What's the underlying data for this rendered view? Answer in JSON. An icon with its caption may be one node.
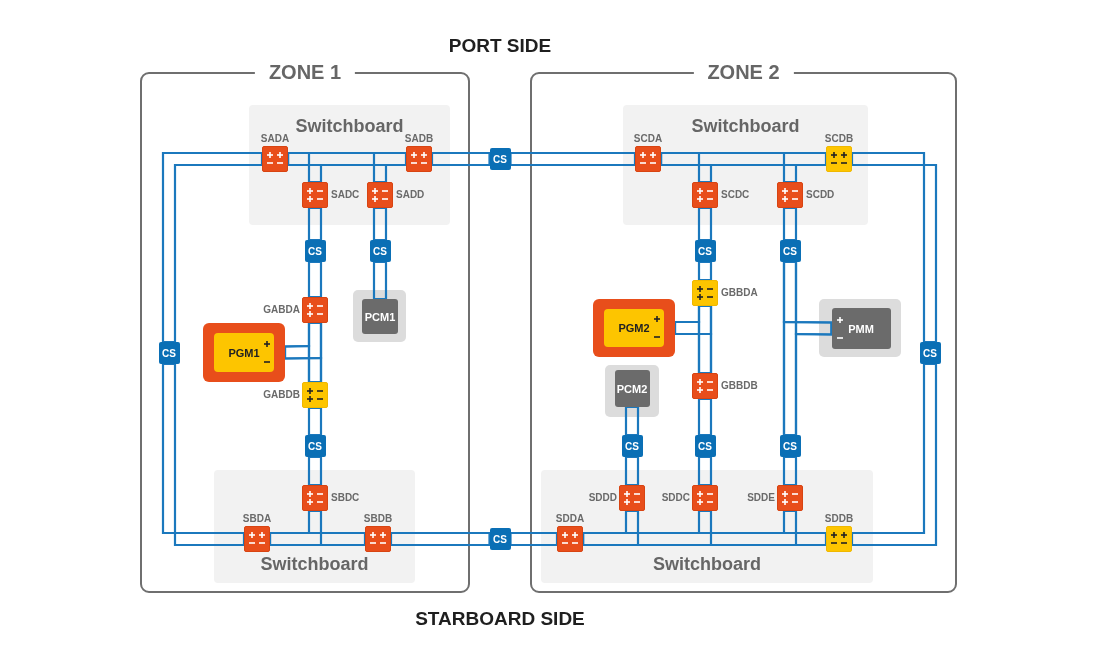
{
  "diagram": {
    "nodes": [
      {
        "text": [
          "ZONE 1"
        ]
      },
      {
        "text": [
          "ZONE 2"
        ]
      },
      {
        "text": [
          "Switchboard"
        ],
        "in": 0
      },
      {
        "text": [],
        "shape": "box",
        "in": 2,
        "beside": [
          "SADA"
        ]
      },
      {
        "text": [],
        "shape": "box",
        "in": 2,
        "beside": [
          "SADB"
        ]
      },
      {
        "text": [],
        "shape": "box",
        "in": 2,
        "beside": [
          "SADC"
        ]
      },
      {
        "text": [],
        "shape": "box",
        "in": 2,
        "beside": [
          "SADD"
        ]
      },
      {
        "text": [
          "CS"
        ]
      },
      {
        "text": [
          "Switchboard"
        ],
        "in": 1
      },
      {
        "text": [],
        "shape": "box",
        "in": 8,
        "beside": [
          "SCDA"
        ]
      },
      {
        "text": [],
        "shape": "box",
        "in": 8,
        "beside": [
          "SCDB"
        ]
      },
      {
        "text": [],
        "shape": "box",
        "in": 8,
        "beside": [
          "SCDC"
        ]
      },
      {
        "text": [],
        "shape": "box",
        "in": 8,
        "beside": [
          "SCDD"
        ]
      },
      {
        "text": [
          "CS"
        ],
        "in": 0
      },
      {
        "text": [
          "CS"
        ],
        "in": 0
      },
      {
        "text": [
          "CS"
        ],
        "in": 1
      },
      {
        "text": [
          "CS"
        ],
        "in": 1
      },
      {
        "text": [],
        "shape": "box",
        "in": 0,
        "beside": [
          "GABDA"
        ]
      },
      {
        "text": [
          "PCM1"
        ],
        "in": 0
      },
      {
        "text": [],
        "shape": "box",
        "in": 1,
        "beside": [
          "GBBDA"
        ]
      },
      {
        "text": [
          "PGM2"
        ],
        "in": 1
      },
      {
        "text": [
          "PMM"
        ],
        "in": 1
      },
      {
        "text": [
          "PGM1"
        ],
        "in": 0
      },
      {
        "text": [
          "CS"
        ],
        "in": 0
      },
      {
        "text": [
          "CS"
        ],
        "in": 1
      },
      {
        "text": [],
        "shape": "box",
        "in": 0,
        "beside": [
          "GABDB"
        ]
      },
      {
        "text": [],
        "shape": "box",
        "in": 1,
        "beside": [
          "GBBDB"
        ]
      },
      {
        "text": [
          "PCM2"
        ],
        "in": 1
      },
      {
        "text": [
          "CS"
        ],
        "in": 0
      },
      {
        "text": [
          "CS"
        ],
        "in": 1
      },
      {
        "text": [
          "CS"
        ],
        "in": 1
      },
      {
        "text": [
          "CS"
        ],
        "in": 1
      },
      {
        "text": [
          "Switchboard"
        ],
        "in": 0
      },
      {
        "text": [],
        "shape": "box",
        "in": 32,
        "beside": [
          "SBDC"
        ]
      },
      {
        "text": [],
        "shape": "box",
        "in": 32,
        "beside": [
          "SBDA"
        ]
      },
      {
        "text": [],
        "shape": "box",
        "in": 32,
        "beside": [
          "SBDB"
        ]
      },
      {
        "text": [
          "Switchboard"
        ],
        "in": 1
      },
      {
        "text": [],
        "shape": "box",
        "in": 36,
        "beside": [
          "SDDD"
        ]
      },
      {
        "text": [],
        "shape": "box",
        "in": 36,
        "beside": [
          "SDDC"
        ]
      },
      {
        "text": [],
        "shape": "box",
        "in": 36,
        "beside": [
          "SDDE"
        ]
      },
      {
        "text": [],
        "shape": "box",
        "in": 36,
        "beside": [
          "SDDA"
        ]
      },
      {
        "text": [],
        "shape": "box",
        "in": 36,
        "beside": [
          "SDDB"
        ]
      },
      {
        "text": [
          "CS"
        ]
      }
    ],
    "edges": [
      {
        "from": 3,
        "to": 4,
        "arrow": "none"
      },
      {
        "from": 4,
        "to": 7,
        "arrow": "none"
      },
      {
        "from": 7,
        "to": 9,
        "arrow": "none"
      },
      {
        "from": 9,
        "to": 10,
        "arrow": "none"
      },
      {
        "from": 10,
        "to": 24,
        "arrow": "none"
      },
      {
        "from": 24,
        "to": 41,
        "arrow": "none"
      },
      {
        "from": 41,
        "to": 40,
        "arrow": "none"
      },
      {
        "from": 40,
        "to": 42,
        "arrow": "none"
      },
      {
        "from": 42,
        "to": 35,
        "arrow": "none"
      },
      {
        "from": 35,
        "to": 34,
        "arrow": "none"
      },
      {
        "from": 34,
        "to": 23,
        "arrow": "none"
      },
      {
        "from": 23,
        "to": 3,
        "arrow": "none"
      },
      {
        "from": 3,
        "to": 5,
        "arrow": "none"
      },
      {
        "from": 3,
        "to": 6,
        "arrow": "none"
      },
      {
        "from": 9,
        "to": 11,
        "arrow": "none"
      },
      {
        "from": 9,
        "to": 12,
        "arrow": "none"
      },
      {
        "from": 34,
        "to": 33,
        "arrow": "none"
      },
      {
        "from": 40,
        "to": 37,
        "arrow": "none"
      },
      {
        "from": 40,
        "to": 38,
        "arrow": "none"
      },
      {
        "from": 40,
        "to": 39,
        "arrow": "none"
      },
      {
        "from": 5,
        "to": 13,
        "arrow": "none"
      },
      {
        "from": 13,
        "to": 17,
        "arrow": "none"
      },
      {
        "from": 17,
        "to": 25,
        "arrow": "none"
      },
      {
        "from": 25,
        "to": 28,
        "arrow": "none"
      },
      {
        "from": 28,
        "to": 33,
        "arrow": "none"
      },
      {
        "from": 22,
        "to": 17,
        "arrow": "none"
      },
      {
        "from": 22,
        "to": 25,
        "arrow": "none"
      },
      {
        "from": 6,
        "to": 14,
        "arrow": "none"
      },
      {
        "from": 14,
        "to": 18,
        "arrow": "none"
      },
      {
        "from": 11,
        "to": 15,
        "arrow": "none"
      },
      {
        "from": 15,
        "to": 19,
        "arrow": "none"
      },
      {
        "from": 19,
        "to": 26,
        "arrow": "none"
      },
      {
        "from": 26,
        "to": 30,
        "arrow": "none"
      },
      {
        "from": 30,
        "to": 38,
        "arrow": "none"
      },
      {
        "from": 20,
        "to": 19,
        "arrow": "none"
      },
      {
        "from": 20,
        "to": 26,
        "arrow": "none"
      },
      {
        "from": 12,
        "to": 16,
        "arrow": "none"
      },
      {
        "from": 16,
        "to": 31,
        "arrow": "none"
      },
      {
        "from": 31,
        "to": 39,
        "arrow": "none"
      },
      {
        "from": 21,
        "to": 16,
        "arrow": "none"
      },
      {
        "from": 21,
        "to": 31,
        "arrow": "none"
      },
      {
        "from": 27,
        "to": 29,
        "arrow": "none"
      },
      {
        "from": 29,
        "to": 37,
        "arrow": "none"
      }
    ],
    "labels": [
      "PORT SIDE",
      "STARBOARD SIDE"
    ]
  }
}
